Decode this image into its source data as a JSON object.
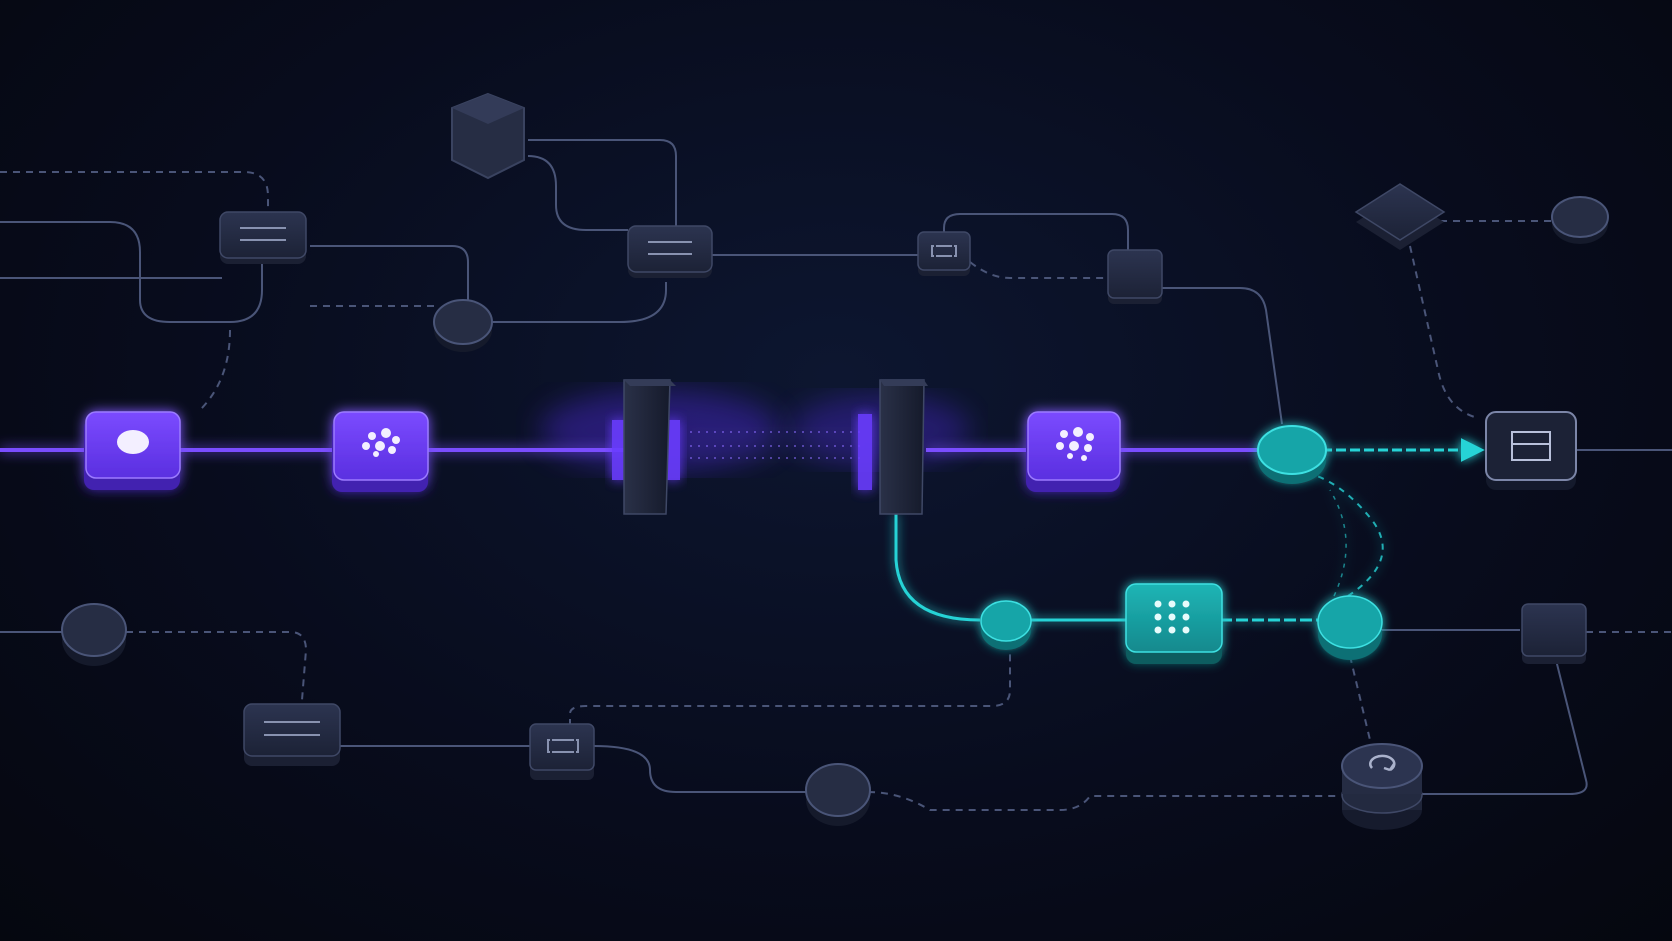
{
  "diagram": {
    "description_free": true,
    "colors": {
      "background": "#080c1d",
      "node_dark": "#232a3f",
      "node_dark_edge": "#3a4360",
      "line_dim": "#4a5578",
      "accent_purple": "#6d3cf5",
      "accent_purple_glow": "#8a5cff",
      "accent_teal": "#14a0a3",
      "accent_teal_glow": "#27d3d6"
    },
    "nodes": [
      {
        "id": "hex-top",
        "kind": "hexagon-block",
        "style": "dark",
        "icon": "none"
      },
      {
        "id": "card-top-left",
        "kind": "card",
        "style": "dark",
        "icon": "lines-icon"
      },
      {
        "id": "card-top-center",
        "kind": "card",
        "style": "dark",
        "icon": "lines-icon"
      },
      {
        "id": "circle-top-left",
        "kind": "circle",
        "style": "dark",
        "icon": "none"
      },
      {
        "id": "chip-top-center",
        "kind": "small-card",
        "style": "dark",
        "icon": "loop-icon"
      },
      {
        "id": "square-top-right",
        "kind": "square",
        "style": "dark",
        "icon": "none"
      },
      {
        "id": "diamond-top-right",
        "kind": "diamond",
        "style": "dark",
        "icon": "none"
      },
      {
        "id": "circle-top-right",
        "kind": "circle",
        "style": "dark",
        "icon": "none"
      },
      {
        "id": "start-node",
        "kind": "card",
        "style": "purple",
        "icon": "dot-icon"
      },
      {
        "id": "cluster-node-1",
        "kind": "card",
        "style": "purple",
        "icon": "cluster-icon"
      },
      {
        "id": "gate-left",
        "kind": "gate-pillar",
        "style": "dark",
        "icon": "none"
      },
      {
        "id": "gate-right",
        "kind": "gate-pillar",
        "style": "dark",
        "icon": "none"
      },
      {
        "id": "cluster-node-2",
        "kind": "card",
        "style": "purple",
        "icon": "cluster-icon"
      },
      {
        "id": "teal-junction",
        "kind": "circle",
        "style": "teal",
        "icon": "none"
      },
      {
        "id": "end-node",
        "kind": "card",
        "style": "outline",
        "icon": "window-icon"
      },
      {
        "id": "teal-branch-left",
        "kind": "circle",
        "style": "teal",
        "icon": "none"
      },
      {
        "id": "grid-node",
        "kind": "card",
        "style": "teal",
        "icon": "grid-dots-icon"
      },
      {
        "id": "teal-branch-right",
        "kind": "circle",
        "style": "teal",
        "icon": "none"
      },
      {
        "id": "square-mid-right",
        "kind": "square",
        "style": "dark",
        "icon": "none"
      },
      {
        "id": "circle-bottom-left",
        "kind": "circle",
        "style": "dark",
        "icon": "none"
      },
      {
        "id": "card-bottom-left",
        "kind": "card",
        "style": "dark",
        "icon": "lines-icon"
      },
      {
        "id": "chip-bottom-center",
        "kind": "small-card",
        "style": "dark",
        "icon": "loop-icon"
      },
      {
        "id": "circle-bottom-center",
        "kind": "circle",
        "style": "dark",
        "icon": "none"
      },
      {
        "id": "database-node",
        "kind": "cylinder",
        "style": "dark",
        "icon": "loop-icon"
      }
    ],
    "edges": [
      {
        "from": "start-node",
        "to": "cluster-node-1",
        "style": "purple"
      },
      {
        "from": "cluster-node-1",
        "to": "gate-left",
        "style": "purple"
      },
      {
        "from": "gate-left",
        "to": "gate-right",
        "style": "dotted-glow"
      },
      {
        "from": "gate-right",
        "to": "cluster-node-2",
        "style": "purple"
      },
      {
        "from": "cluster-node-2",
        "to": "teal-junction",
        "style": "purple"
      },
      {
        "from": "teal-junction",
        "to": "end-node",
        "style": "teal-arrow"
      },
      {
        "from": "gate-right",
        "to": "teal-branch-left",
        "style": "teal"
      },
      {
        "from": "teal-branch-left",
        "to": "grid-node",
        "style": "teal"
      },
      {
        "from": "grid-node",
        "to": "teal-branch-right",
        "style": "teal"
      },
      {
        "from": "teal-branch-right",
        "to": "teal-junction",
        "style": "teal-dashed"
      },
      {
        "from": "hex-top",
        "to": "card-top-center",
        "style": "solid"
      },
      {
        "from": "card-top-center",
        "to": "chip-top-center",
        "style": "solid"
      },
      {
        "from": "card-top-left",
        "to": "circle-top-left",
        "style": "dashed"
      },
      {
        "from": "chip-top-center",
        "to": "square-top-right",
        "style": "solid"
      },
      {
        "from": "square-top-right",
        "to": "teal-junction",
        "style": "solid"
      },
      {
        "from": "diamond-top-right",
        "to": "circle-top-right",
        "style": "dashed"
      },
      {
        "from": "diamond-top-right",
        "to": "end-node",
        "style": "dashed"
      },
      {
        "from": "teal-branch-right",
        "to": "square-mid-right",
        "style": "solid"
      },
      {
        "from": "circle-bottom-left",
        "to": "card-bottom-left",
        "style": "dashed"
      },
      {
        "from": "card-bottom-left",
        "to": "chip-bottom-center",
        "style": "solid"
      },
      {
        "from": "chip-bottom-center",
        "to": "teal-branch-left",
        "style": "dashed"
      },
      {
        "from": "chip-bottom-center",
        "to": "circle-bottom-center",
        "style": "solid"
      },
      {
        "from": "circle-bottom-center",
        "to": "database-node",
        "style": "dashed"
      },
      {
        "from": "teal-branch-right",
        "to": "database-node",
        "style": "dashed"
      },
      {
        "from": "square-mid-right",
        "to": "database-node",
        "style": "solid"
      }
    ]
  }
}
